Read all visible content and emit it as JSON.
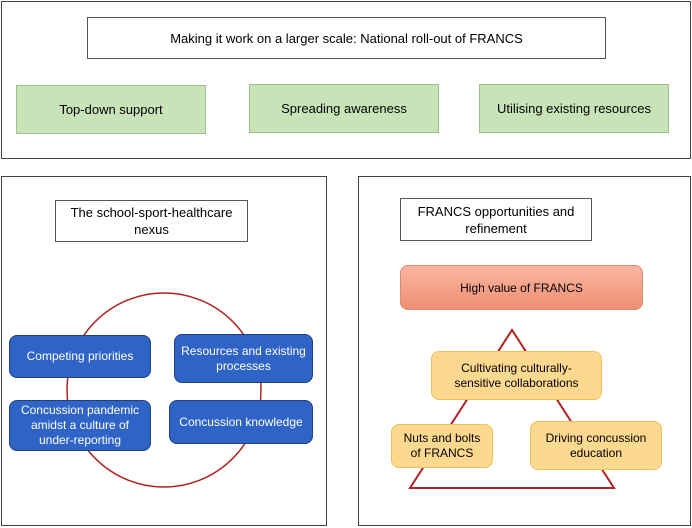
{
  "top_panel": {
    "title": "Making it work on a larger scale: National roll-out of FRANCS",
    "themes": [
      "Top-down support",
      "Spreading awareness",
      "Utilising existing resources"
    ]
  },
  "left_panel": {
    "title": "The school-sport-healthcare nexus",
    "nodes": [
      "Competing priorities",
      "Resources and existing processes",
      "Concussion pandemic amidst a culture of under-reporting",
      "Concussion knowledge"
    ],
    "colors": {
      "circle": "#b22222",
      "node_fill": "#2f63c6"
    }
  },
  "right_panel": {
    "title": "FRANCS opportunities and refinement",
    "top_node": "High value of FRANCS",
    "nodes": [
      "Cultivating culturally-sensitive collaborations",
      "Nuts and bolts of FRANCS",
      "Driving concussion education"
    ],
    "colors": {
      "triangle": "#b22222",
      "node_fill": "#fdd98f",
      "top_fill": "#f4a58c"
    }
  }
}
